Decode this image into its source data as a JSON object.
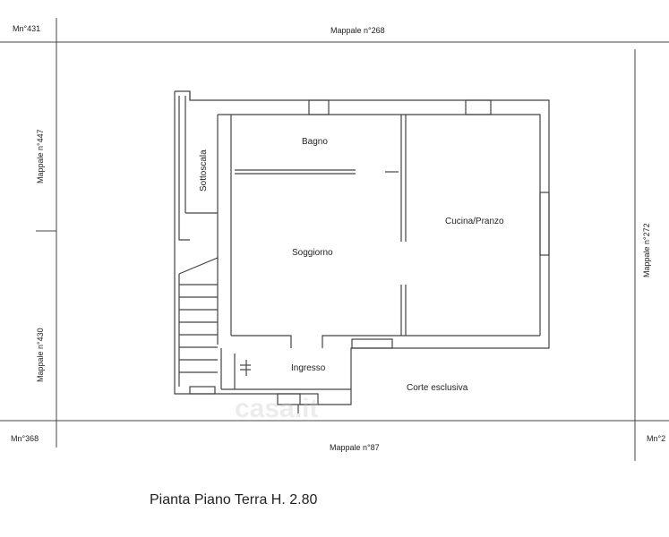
{
  "parcels": {
    "top_left": "Mn°431",
    "top": "Mappale n°268",
    "left_upper": "Mappale n°447",
    "left_lower": "Mappale n°430",
    "right": "Mappale n°272",
    "bottom_left": "Mn°368",
    "bottom": "Mappale n°87",
    "bottom_right": "Mn°2"
  },
  "rooms": {
    "bagno": "Bagno",
    "sottoscala": "Sottoscala",
    "soggiorno": "Soggiorno",
    "cucina": "Cucina/Pranzo",
    "ingresso": "Ingresso",
    "corte": "Corte esclusiva"
  },
  "watermark": "casa.it",
  "caption": "Pianta Piano Terra H. 2.80",
  "colors": {
    "line": "#444444",
    "text": "#222222"
  }
}
